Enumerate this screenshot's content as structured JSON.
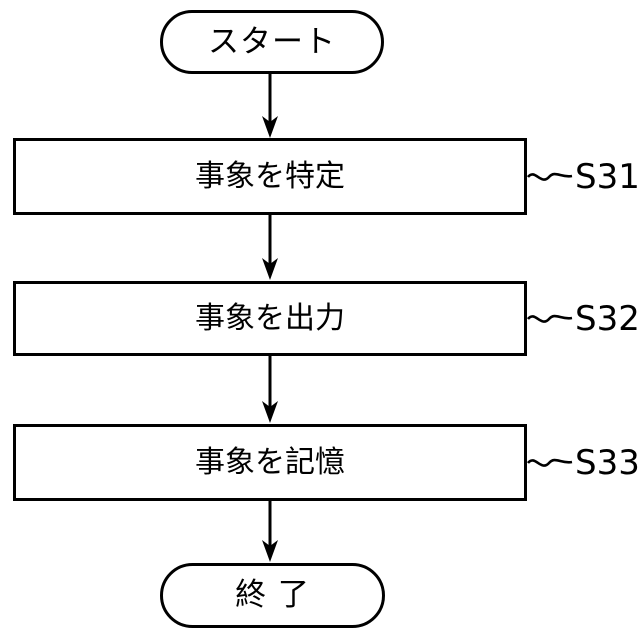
{
  "diagram": {
    "title": "flowchart",
    "background_color": "#ffffff",
    "line_color": "#000000",
    "nodes": [
      {
        "id": "start",
        "type": "terminator",
        "label": "スタート",
        "step_ref": ""
      },
      {
        "id": "s31",
        "type": "process",
        "label": "事象を特定",
        "step_ref": "S31"
      },
      {
        "id": "s32",
        "type": "process",
        "label": "事象を出力",
        "step_ref": "S32"
      },
      {
        "id": "s33",
        "type": "process",
        "label": "事象を記憶",
        "step_ref": "S33"
      },
      {
        "id": "end",
        "type": "terminator",
        "label": "終 了",
        "step_ref": ""
      }
    ],
    "edges": [
      {
        "from": "start",
        "to": "s31",
        "arrow": "down-arrow-icon"
      },
      {
        "from": "s31",
        "to": "s32",
        "arrow": "down-arrow-icon"
      },
      {
        "from": "s32",
        "to": "s33",
        "arrow": "down-arrow-icon"
      },
      {
        "from": "s33",
        "to": "end",
        "arrow": "down-arrow-icon"
      }
    ]
  }
}
